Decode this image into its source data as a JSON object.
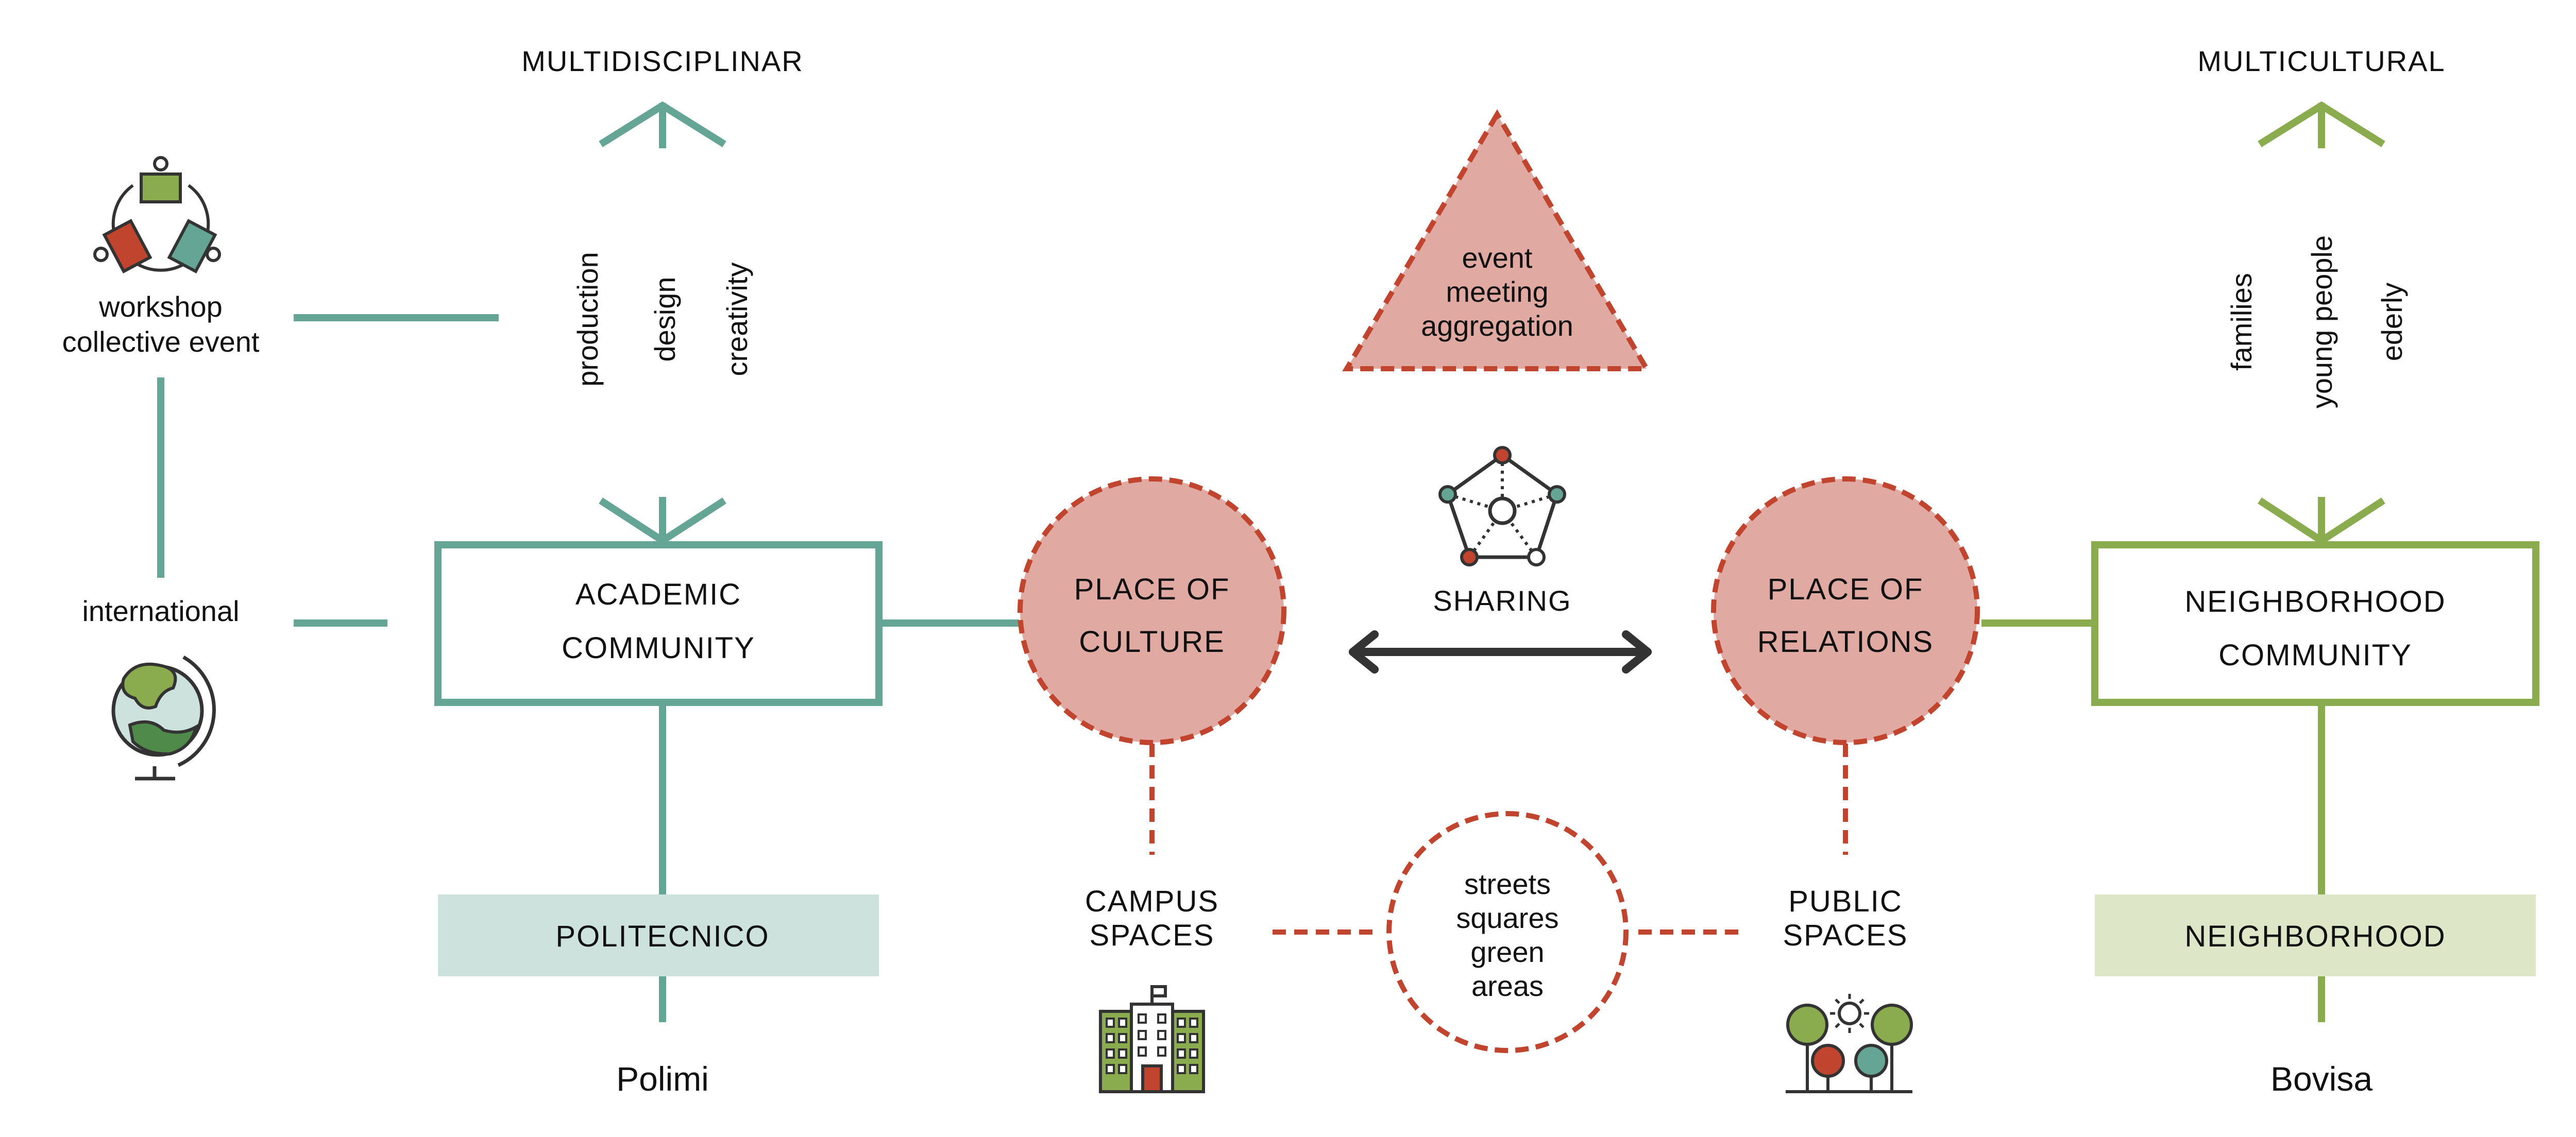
{
  "colors": {
    "teal": "#65a595",
    "teal_light": "#cde2dd",
    "green": "#8aab4e",
    "green_light": "#dde6c6",
    "rose": "#e0aaa2",
    "rust": "#c0442e",
    "dark": "#333333"
  },
  "left": {
    "heading": "MULTIDISCIPLINAR",
    "disciplines": [
      "production",
      "design",
      "creativity"
    ],
    "workshop_lines": [
      "workshop",
      "collective event"
    ],
    "international": "international",
    "community_lines": [
      "ACADEMIC",
      "COMMUNITY"
    ],
    "institution": "POLITECNICO",
    "place_name": "Polimi",
    "icons": [
      "workshop-icon",
      "globe-icon"
    ]
  },
  "right": {
    "heading": "MULTICULTURAL",
    "groups": [
      "families",
      "young people",
      "ederly"
    ],
    "community_lines": [
      "NEIGHBORHOOD",
      "COMMUNITY"
    ],
    "institution": "NEIGHBORHOOD",
    "place_name": "Bovisa"
  },
  "center": {
    "triangle_lines": [
      "event",
      "meeting",
      "aggregation"
    ],
    "sharing": "SHARING",
    "culture_lines": [
      "PLACE OF",
      "CULTURE"
    ],
    "relations_lines": [
      "PLACE OF",
      "RELATIONS"
    ],
    "campus_lines": [
      "CAMPUS",
      "SPACES"
    ],
    "public_lines": [
      "PUBLIC",
      "SPACES"
    ],
    "open_space_lines": [
      "streets",
      "squares",
      "green",
      "areas"
    ],
    "icons": [
      "network-icon",
      "double-arrow-icon",
      "campus-building-icon",
      "park-trees-icon"
    ]
  }
}
